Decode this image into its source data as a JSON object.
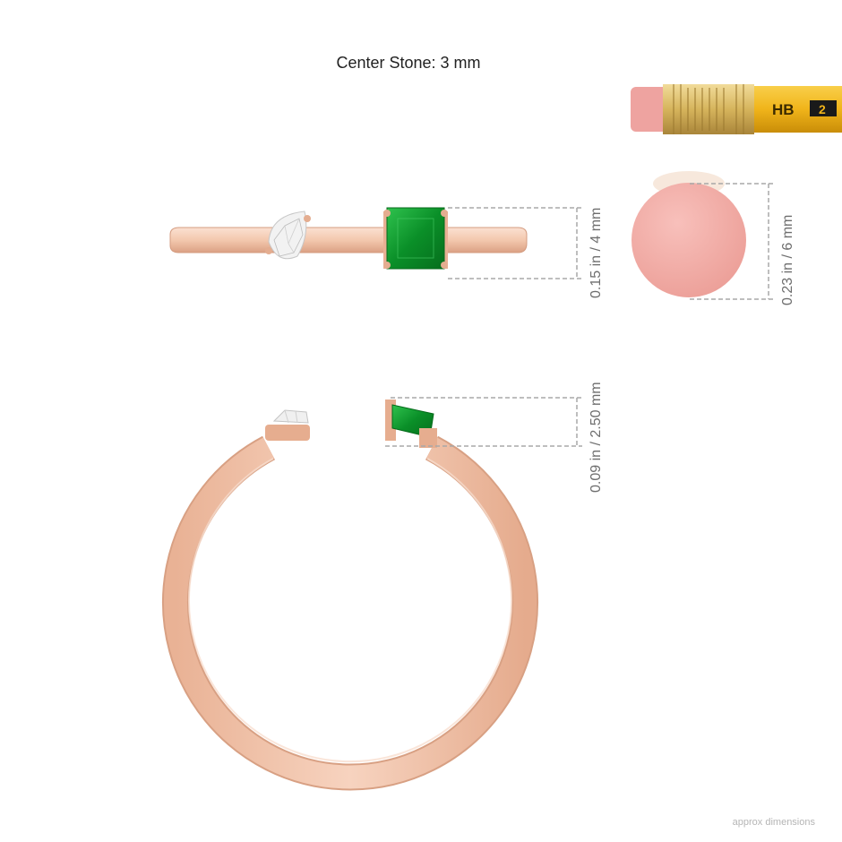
{
  "title": "Center Stone: 3 mm",
  "pencil": {
    "grade_label": "HB",
    "number_label": "2"
  },
  "dimensions": {
    "top_view_height": "0.15 in / 4 mm",
    "eraser_diameter": "0.23 in / 6 mm",
    "side_view_height": "0.09 in / 2.50 mm"
  },
  "footer": "approx dimensions",
  "colors": {
    "metal": "#f3c8ae",
    "metal_dark": "#d79b7c",
    "emerald": "#0e9b2e",
    "eraser": "#f0aaa4",
    "pencil_body": "#f0b41a",
    "dim_line": "#a8a8a8"
  }
}
